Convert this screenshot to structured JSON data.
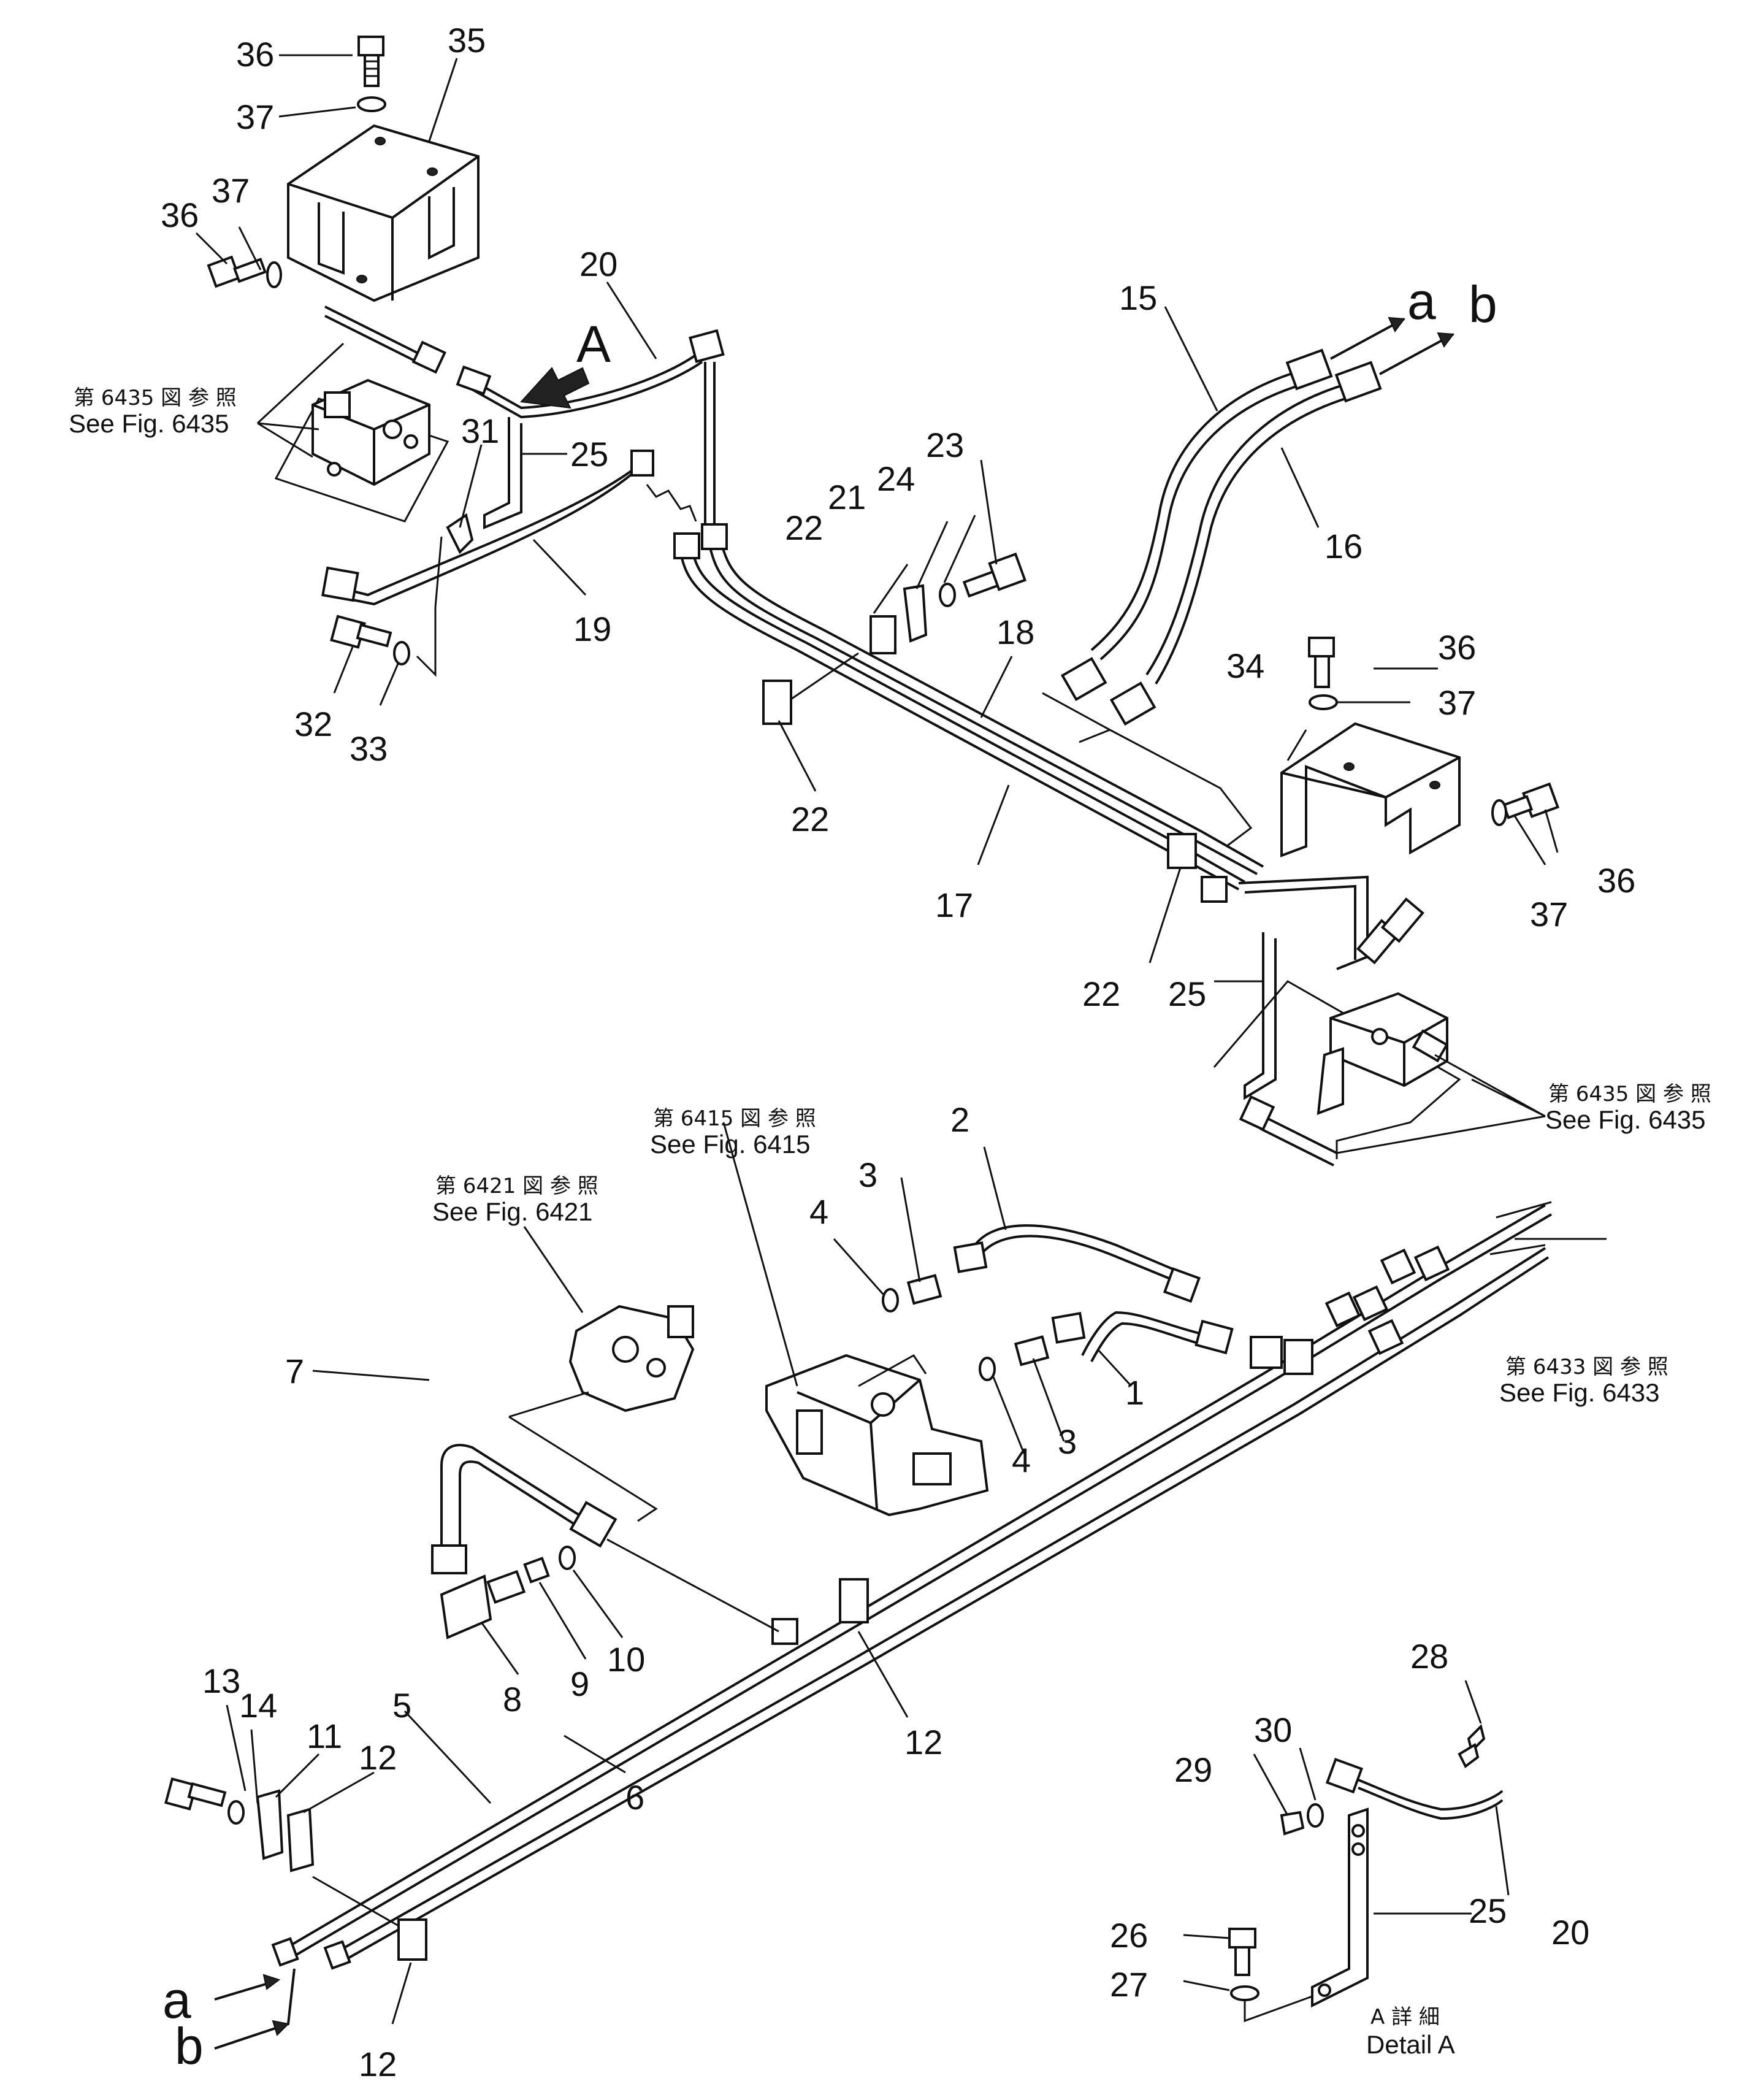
{
  "callouts": {
    "1": "1",
    "2": "2",
    "3": "3",
    "4": "4",
    "5": "5",
    "6": "6",
    "7": "7",
    "8": "8",
    "9": "9",
    "10": "10",
    "11": "11",
    "12": "12",
    "13": "13",
    "14": "14",
    "15": "15",
    "16": "16",
    "17": "17",
    "18": "18",
    "19": "19",
    "20": "20",
    "21": "21",
    "22": "22",
    "23": "23",
    "24": "24",
    "25": "25",
    "26": "26",
    "27": "27",
    "28": "28",
    "29": "29",
    "30": "30",
    "31": "31",
    "32": "32",
    "33": "33",
    "34": "34",
    "35": "35",
    "36": "36",
    "37": "37"
  },
  "flow_labels": {
    "a": "a",
    "b": "b",
    "A": "A"
  },
  "references": {
    "fig6435_jp": "第 6435 図 参 照",
    "fig6435_en": "See Fig. 6435",
    "fig6415_jp": "第 6415 図 参 照",
    "fig6415_en": "See Fig. 6415",
    "fig6421_jp": "第 6421 図 参 照",
    "fig6421_en": "See Fig. 6421",
    "fig6433_jp": "第 6433 図 参 照",
    "fig6433_en": "See Fig. 6433"
  },
  "detail": {
    "title_jp": "A 詳 細",
    "title_en": "Detail A"
  }
}
